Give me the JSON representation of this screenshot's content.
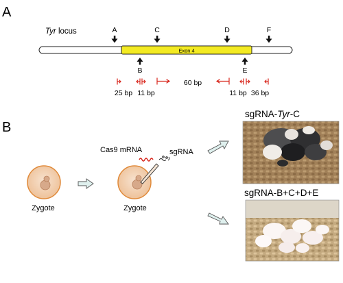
{
  "panelA": {
    "label": "A",
    "locus_italic": "Tyr",
    "locus_suffix": " locus",
    "exon_label": "Exon 4",
    "sites_top": [
      "A",
      "C",
      "D",
      "F"
    ],
    "sites_bottom": [
      "B",
      "E"
    ],
    "distances": [
      "25 bp",
      "11 bp",
      "60 bp",
      "11 bp",
      "36 bp"
    ],
    "colors": {
      "exon_fill": "#f3ea22",
      "arrow_red": "#d8261c"
    }
  },
  "panelB": {
    "label": "B",
    "zygote_label_1": "Zygote",
    "zygote_label_2": "Zygote",
    "cas9_label": "Cas9 mRNA",
    "sgrna_label": "sgRNA",
    "result_1_prefix": "sgRNA-",
    "result_1_italic": "Tyr",
    "result_1_suffix": "-C",
    "result_2": "sgRNA-B+C+D+E",
    "colors": {
      "arrow_fill": "#dff0ee",
      "zygote_fill": "#f1d3b6",
      "zygote_border": "#e08a3a"
    }
  }
}
